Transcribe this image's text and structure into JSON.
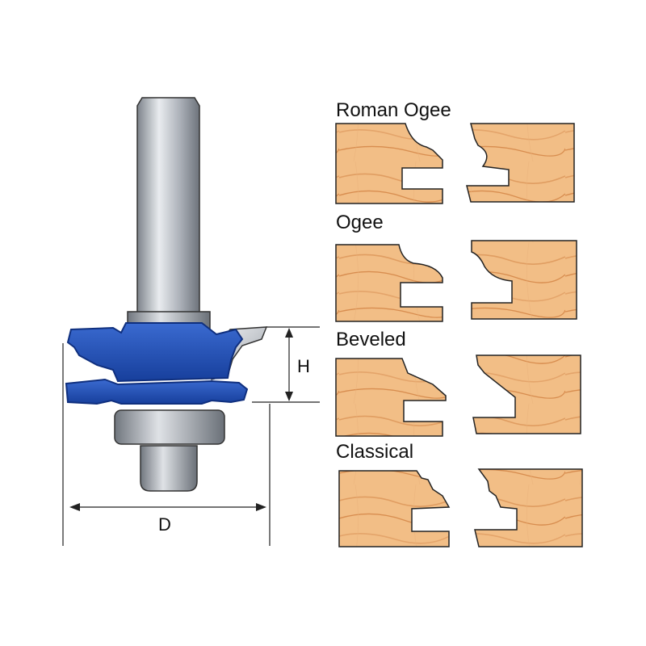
{
  "dimensions": {
    "height_label": "H",
    "diameter_label": "D"
  },
  "profiles": [
    {
      "name": "Roman Ogee"
    },
    {
      "name": "Ogee"
    },
    {
      "name": "Beveled"
    },
    {
      "name": "Classical"
    }
  ],
  "colors": {
    "cutter_blue": "#1f4fb5",
    "cutter_blue_dark": "#0f2f7e",
    "shank_gray": "#a9aeb6",
    "steel_gray": "#8f959d",
    "carbide_light": "#e3e6ea",
    "wood_base": "#f2be86",
    "wood_grain": "#d88d4f",
    "outline": "#222222"
  }
}
